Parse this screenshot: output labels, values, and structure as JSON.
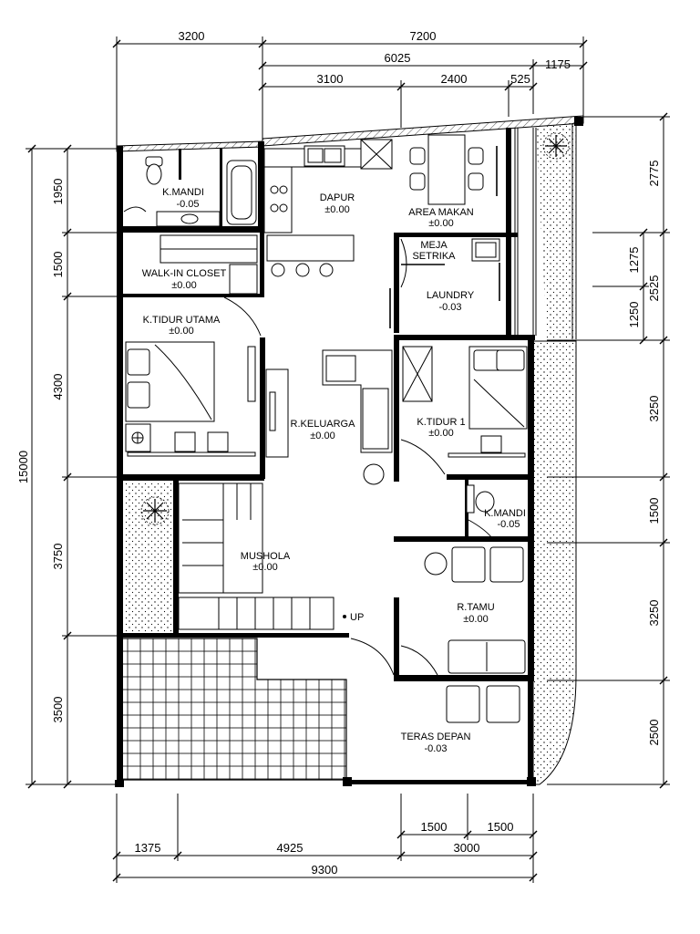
{
  "dimensions": {
    "top": [
      "3200",
      "7200",
      "6025",
      "1175",
      "3100",
      "2400",
      "525"
    ],
    "left": [
      "1950",
      "1500",
      "4300",
      "3750",
      "3500",
      "15000"
    ],
    "right": [
      "2775",
      "1275",
      "2525",
      "1250",
      "3250",
      "1500",
      "3250",
      "2500"
    ],
    "bottom": [
      "1500",
      "1500",
      "1375",
      "4925",
      "3000",
      "9300"
    ]
  },
  "rooms": [
    {
      "name": "K.MANDI",
      "level": "-0.05"
    },
    {
      "name": "DAPUR",
      "level": "±0.00"
    },
    {
      "name": "AREA MAKAN",
      "level": "±0.00"
    },
    {
      "name": "MEJA",
      "level": "SETRIKA"
    },
    {
      "name": "WALK-IN CLOSET",
      "level": "±0.00"
    },
    {
      "name": "LAUNDRY",
      "level": "-0.03"
    },
    {
      "name": "K.TIDUR UTAMA",
      "level": "±0.00"
    },
    {
      "name": "R.KELUARGA",
      "level": "±0.00"
    },
    {
      "name": "K.TIDUR 1",
      "level": "±0.00"
    },
    {
      "name": "K.MANDI",
      "level": "-0.05"
    },
    {
      "name": "MUSHOLA",
      "level": "±0.00"
    },
    {
      "name": "R.TAMU",
      "level": "±0.00"
    },
    {
      "name": "TERAS DEPAN",
      "level": "-0.03"
    }
  ],
  "stair_label": "UP"
}
